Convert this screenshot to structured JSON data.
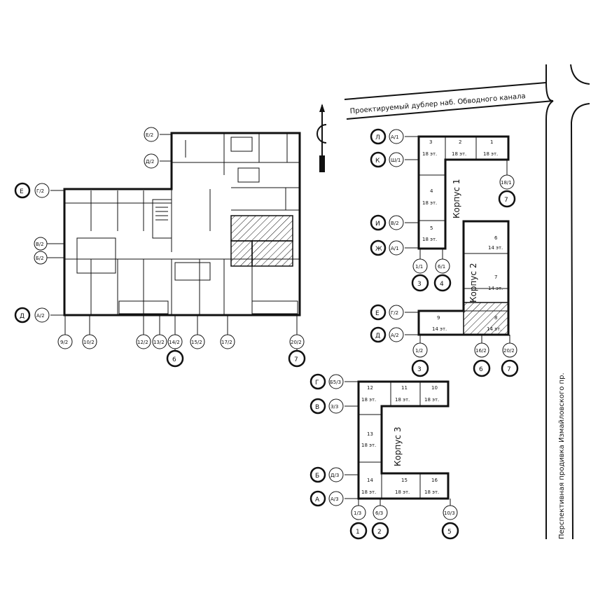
{
  "streets": {
    "top": "Проектируемый дублер наб. Обводного канала",
    "right": "Перспективная продивка Измайловского пр."
  },
  "buildings": {
    "k1": "Корпус 1",
    "k2": "Корпус 2",
    "k3": "Корпус 3"
  },
  "sections": [
    {
      "num": "3",
      "floors": "18 эт."
    },
    {
      "num": "2",
      "floors": "18 эт."
    },
    {
      "num": "1",
      "floors": "18 эт."
    },
    {
      "num": "4",
      "floors": "18 эт."
    },
    {
      "num": "5",
      "floors": "18 эт."
    },
    {
      "num": "6",
      "floors": "14 эт."
    },
    {
      "num": "7",
      "floors": "14 эт."
    },
    {
      "num": "9",
      "floors": "14 эт."
    },
    {
      "num": "8",
      "floors": "14 эт."
    },
    {
      "num": "12",
      "floors": "18 эт."
    },
    {
      "num": "11",
      "floors": "18 эт."
    },
    {
      "num": "10",
      "floors": "18 эт."
    },
    {
      "num": "13",
      "floors": "18 эт."
    },
    {
      "num": "14",
      "floors": "18 эт."
    },
    {
      "num": "15",
      "floors": "18 эт."
    },
    {
      "num": "16",
      "floors": "18 эт."
    }
  ],
  "axes": {
    "plan_rows": [
      {
        "letter": "Е",
        "code": "Г/2"
      },
      {
        "letter": "Д",
        "code": "А/2"
      }
    ],
    "plan_top_rows": [
      "Е/2",
      "Д/2"
    ],
    "plan_left_small": [
      "В/2",
      "Б/2"
    ],
    "plan_bottom": [
      "9/2",
      "10/2",
      "12/2",
      "13/2",
      "14/2",
      "15/2",
      "17/2",
      "20/2"
    ],
    "plan_bottom_big": [
      "6",
      "7"
    ],
    "k1_rows": [
      {
        "letter": "Л",
        "code": "А/1"
      },
      {
        "letter": "К",
        "code": "Ш/1"
      },
      {
        "letter": "И",
        "code": "В/2"
      },
      {
        "letter": "Ж",
        "code": "А/1"
      }
    ],
    "k1_right": "18/1",
    "k1_right_big": "7",
    "k1_bottom": [
      "1/1",
      "6/1"
    ],
    "k1_bottom_big": [
      "3",
      "4"
    ],
    "k2_rows": [
      {
        "letter": "Е",
        "code": "Г/2"
      },
      {
        "letter": "Д",
        "code": "А/2"
      }
    ],
    "k2_bottom": [
      "1/2",
      "16/2",
      "20/2"
    ],
    "k2_bottom_big": [
      "3",
      "6",
      "7"
    ],
    "k3_rows": [
      {
        "letter": "Г",
        "code": "Б5/3"
      },
      {
        "letter": "В",
        "code": "З/3"
      },
      {
        "letter": "Б",
        "code": "Д/3"
      },
      {
        "letter": "А",
        "code": "А/3"
      }
    ],
    "k3_bottom": [
      "1/3",
      "6/3",
      "10/3"
    ],
    "k3_bottom_big": [
      "1",
      "2",
      "5"
    ]
  }
}
